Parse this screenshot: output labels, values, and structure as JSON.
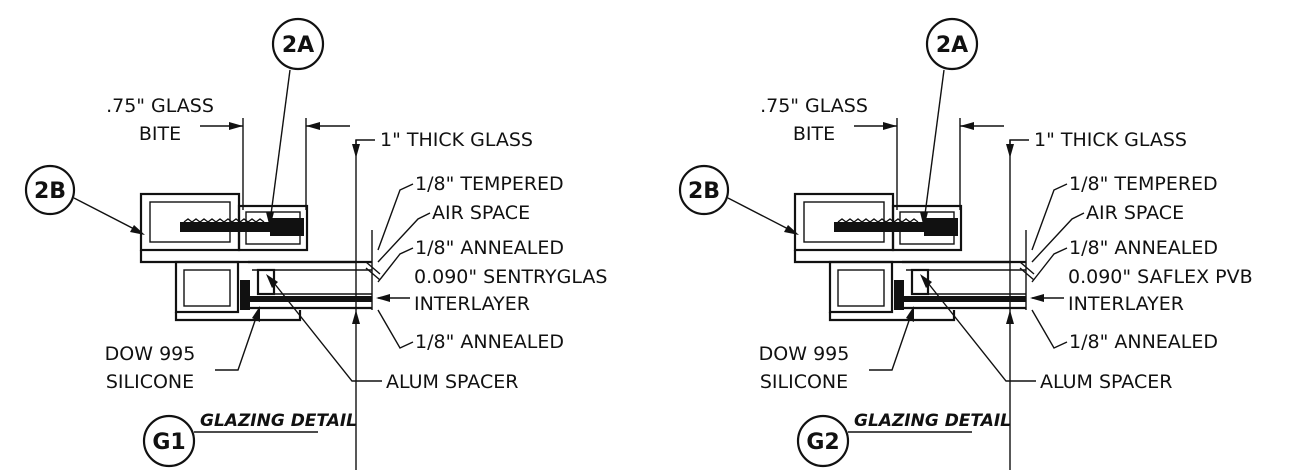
{
  "details": [
    {
      "callout_top": "2A",
      "callout_side": "2B",
      "detail_id": "G1",
      "detail_title": "GLAZING DETAIL",
      "glass_bite_line1": ".75\" GLASS",
      "glass_bite_line2": "BITE",
      "thick_glass": "1\" THICK GLASS",
      "tempered": "1/8\" TEMPERED",
      "air_space": "AIR SPACE",
      "annealed_1": "1/8\" ANNEALED",
      "interlayer_line1": "0.090\" SENTRYGLAS",
      "interlayer_line2": "INTERLAYER",
      "annealed_2": "1/8\" ANNEALED",
      "silicone_line1": "DOW 995",
      "silicone_line2": "SILICONE",
      "spacer": "ALUM SPACER"
    },
    {
      "callout_top": "2A",
      "callout_side": "2B",
      "detail_id": "G2",
      "detail_title": "GLAZING DETAIL",
      "glass_bite_line1": ".75\" GLASS",
      "glass_bite_line2": "BITE",
      "thick_glass": "1\" THICK GLASS",
      "tempered": "1/8\" TEMPERED",
      "air_space": "AIR SPACE",
      "annealed_1": "1/8\" ANNEALED",
      "interlayer_line1": "0.090\" SAFLEX PVB",
      "interlayer_line2": "INTERLAYER",
      "annealed_2": "1/8\" ANNEALED",
      "silicone_line1": "DOW 995",
      "silicone_line2": "SILICONE",
      "spacer": "ALUM SPACER"
    }
  ]
}
